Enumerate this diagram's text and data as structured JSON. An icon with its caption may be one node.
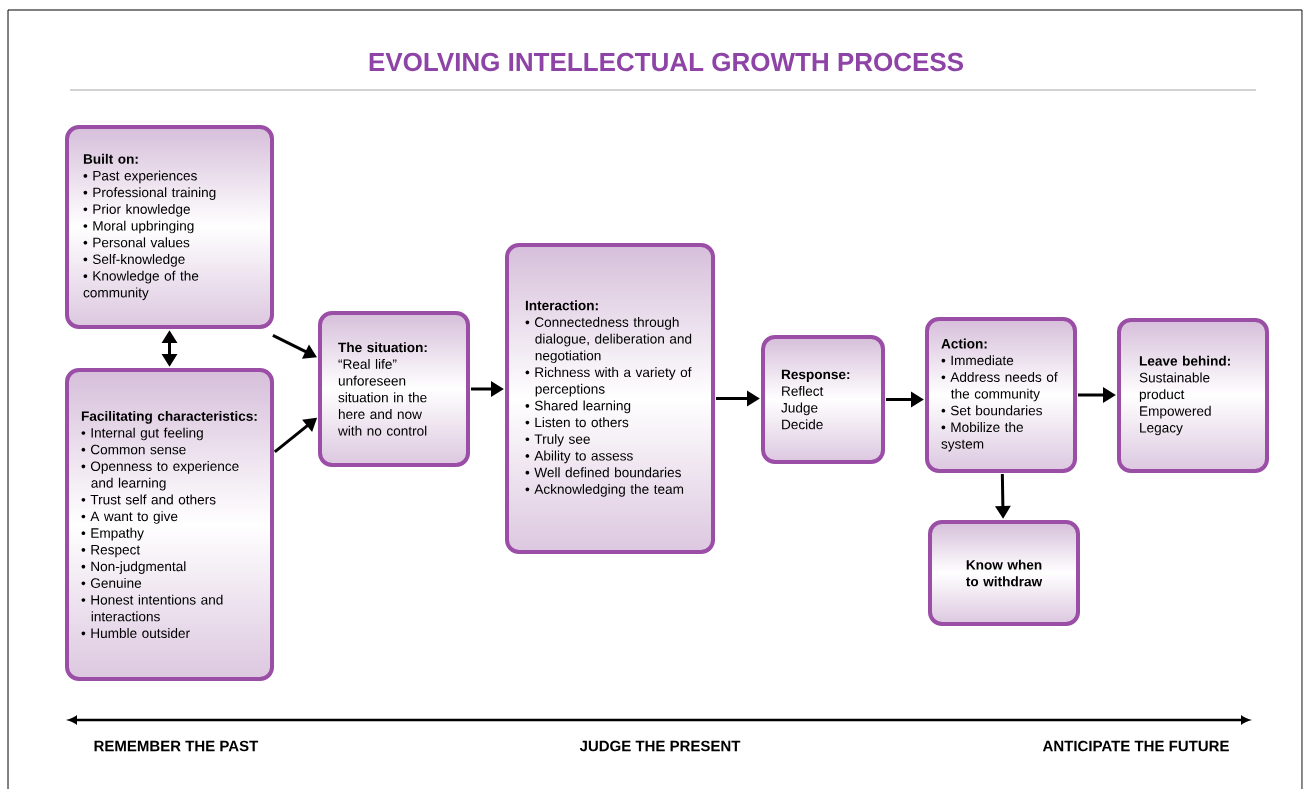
{
  "diagram": {
    "title": "EVOLVING INTELLECTUAL GROWTH PROCESS",
    "nodes": [
      {
        "text": [
          "Built on:",
          "• Past experiences",
          "• Professional training",
          "• Prior knowledge",
          "• Moral upbringing",
          "• Personal values",
          "• Self-knowledge",
          "• Knowledge of the community"
        ]
      },
      {
        "text": [
          "Facilitating characteristics:",
          "• Internal gut feeling",
          "• Common sense",
          "• Openness to experience and learning",
          "• Trust self and others",
          "• A want to give",
          "• Empathy",
          "• Respect",
          "• Non-judgmental",
          "• Genuine",
          "• Honest intentions and interactions",
          "• Humble outsider"
        ]
      },
      {
        "text": [
          "The situation:",
          "“Real life” unforeseen situation in the here and now with no control"
        ]
      },
      {
        "text": [
          "Interaction:",
          "• Connectedness through dialogue, deliberation and negotiation",
          "• Richness with a variety of perceptions",
          "• Shared learning",
          "• Listen to others",
          "• Truly see",
          "• Ability to assess",
          "• Well defined boundaries",
          "• Acknowledging the team"
        ]
      },
      {
        "text": [
          "Response:",
          "Reflect",
          "Judge",
          "Decide"
        ]
      },
      {
        "text": [
          "Action:",
          "• Immediate",
          "• Address needs of the community",
          "• Set boundaries",
          "• Mobilize the system"
        ]
      },
      {
        "text": [
          "Leave behind:",
          "Sustainable product",
          "Empowered",
          "Legacy"
        ]
      },
      {
        "text": [
          "Know when to withdraw"
        ]
      }
    ],
    "edges": [
      {
        "from": 0,
        "to": 1,
        "arrow": "both"
      },
      {
        "from": 0,
        "to": 2,
        "arrow": "to"
      },
      {
        "from": 1,
        "to": 2,
        "arrow": "to"
      },
      {
        "from": 2,
        "to": 3,
        "arrow": "to"
      },
      {
        "from": 3,
        "to": 4,
        "arrow": "to"
      },
      {
        "from": 4,
        "to": 5,
        "arrow": "to"
      },
      {
        "from": 5,
        "to": 6,
        "arrow": "to"
      },
      {
        "from": 5,
        "to": 7,
        "arrow": "to"
      }
    ],
    "labels": [
      "REMEMBER THE PAST",
      "JUDGE THE PRESENT",
      "ANTICIPATE THE FUTURE"
    ]
  }
}
